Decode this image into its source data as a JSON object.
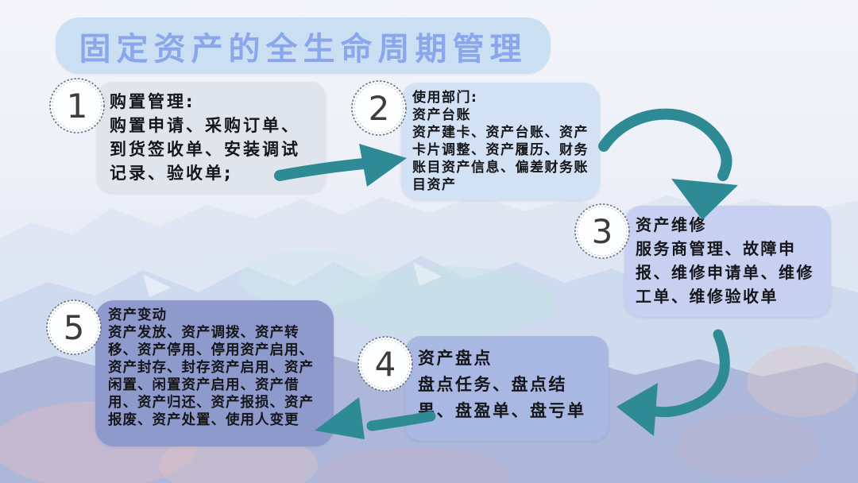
{
  "title": "固定资产的全生命周期管理",
  "steps": [
    {
      "number": "1",
      "heading": "购置管理:",
      "body": "购置申请、采购订单、到货签收单、安装调试记录、验收单;"
    },
    {
      "number": "2",
      "heading": "使用部门:",
      "body": "资产台账\n资产建卡、资产台账、资产卡片调整、资产履历、财务账目资产信息、偏差财务账目资产"
    },
    {
      "number": "3",
      "heading": "资产维修",
      "body": "服务商管理、故障申报、维修申请单、维修工单、维修验收单"
    },
    {
      "number": "4",
      "heading": "资产盘点",
      "body": "盘点任务、盘点结果、盘盈单、盘亏单"
    },
    {
      "number": "5",
      "heading": "资产变动",
      "body": "资产发放、资产调拨、资产转移、资产停用、停用资产启用、资产封存、封存资产启用、资产闲置、闲置资产启用、资产借用、资产归还、资产报损、资产报废、资产处置、使用人变更"
    }
  ],
  "colors": {
    "arrow": "#2e8a95",
    "title_text": "#8aa7ec",
    "title_box_fill": "#cbdff2",
    "step_fills": [
      "#e0e4ec",
      "#d2e1f3",
      "#c7d0f1",
      "#a9b8e2",
      "#8e99cc"
    ],
    "step_text": "#15161a",
    "badge_fill": "#fcfdfe",
    "badge_number": "#3c3c3c"
  },
  "icons": {
    "badge_style": "scalloped-stamp-circle",
    "arrow_1_2": "straight-arrow-right",
    "arrow_2_3": "curved-arrow-over-and-down",
    "arrow_3_4": "curved-arrow-down-and-left",
    "arrow_4_5": "straight-arrow-left"
  }
}
